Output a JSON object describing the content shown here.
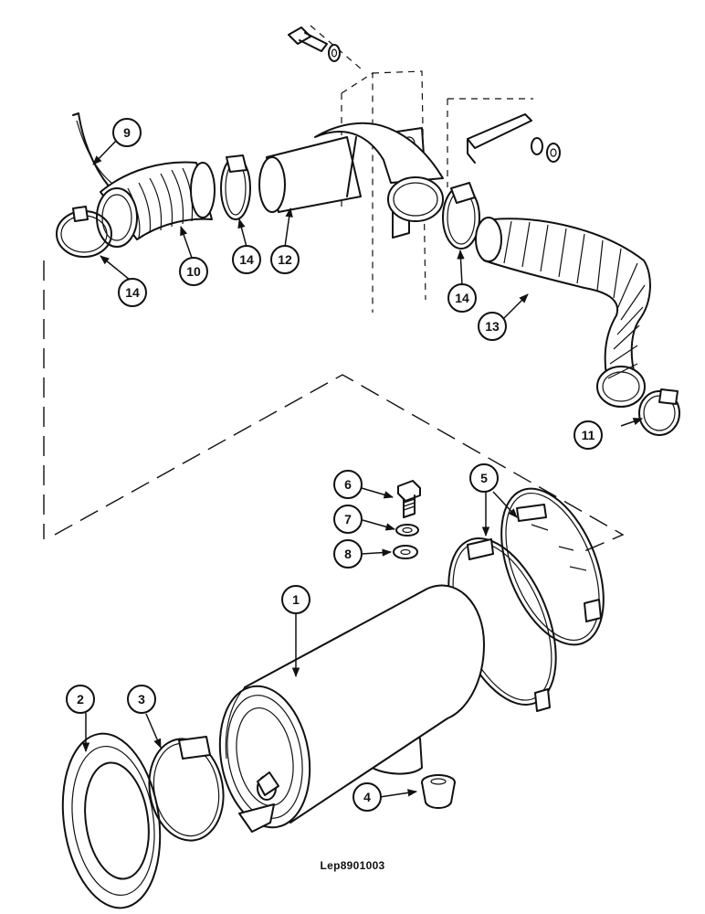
{
  "figure": {
    "reference_code": "Lep8901003"
  },
  "callouts": [
    {
      "id": "c1",
      "label": "1"
    },
    {
      "id": "c2",
      "label": "2"
    },
    {
      "id": "c3",
      "label": "3"
    },
    {
      "id": "c4",
      "label": "4"
    },
    {
      "id": "c5",
      "label": "5"
    },
    {
      "id": "c6",
      "label": "6"
    },
    {
      "id": "c7",
      "label": "7"
    },
    {
      "id": "c8",
      "label": "8"
    },
    {
      "id": "c9",
      "label": "9"
    },
    {
      "id": "c10",
      "label": "10"
    },
    {
      "id": "c11",
      "label": "11"
    },
    {
      "id": "c12",
      "label": "12"
    },
    {
      "id": "c13",
      "label": "13"
    },
    {
      "id": "c14a",
      "label": "14"
    },
    {
      "id": "c14b",
      "label": "14"
    },
    {
      "id": "c14c",
      "label": "14"
    }
  ]
}
